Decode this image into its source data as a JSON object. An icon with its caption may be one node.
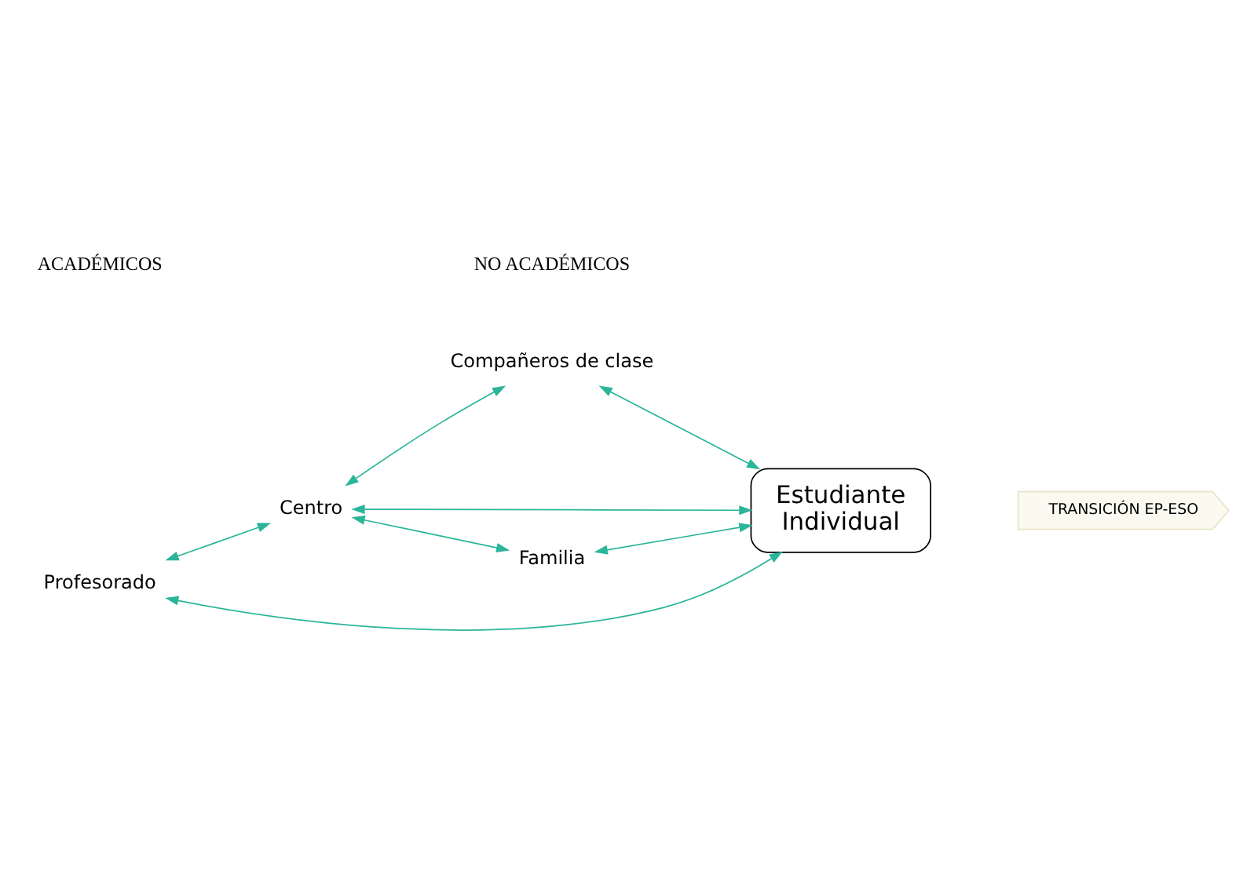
{
  "diagram": {
    "nodes": [
      {
        "text": [
          "Profesorado"
        ]
      },
      {
        "text": [
          "Centro"
        ]
      },
      {
        "text": [
          "Compañeros de clase"
        ]
      },
      {
        "text": [
          "Estudiante",
          "Individual"
        ]
      },
      {
        "text": [
          "Familia"
        ]
      },
      {
        "text": [
          "TRANSICIÓN EP-ESO"
        ]
      }
    ],
    "edges": [
      {
        "from": 0,
        "to": 1,
        "arrow": "both"
      },
      {
        "from": 1,
        "to": 2,
        "arrow": "both"
      },
      {
        "from": 1,
        "to": 3,
        "arrow": "both"
      },
      {
        "from": 0,
        "to": 3,
        "arrow": "both"
      },
      {
        "from": 2,
        "to": 3,
        "arrow": "both"
      },
      {
        "from": 1,
        "to": 4,
        "arrow": "both"
      },
      {
        "from": 4,
        "to": 3,
        "arrow": "both"
      }
    ],
    "labels": [
      "ACADÉMICOS",
      "NO ACADÉMICOS"
    ]
  }
}
